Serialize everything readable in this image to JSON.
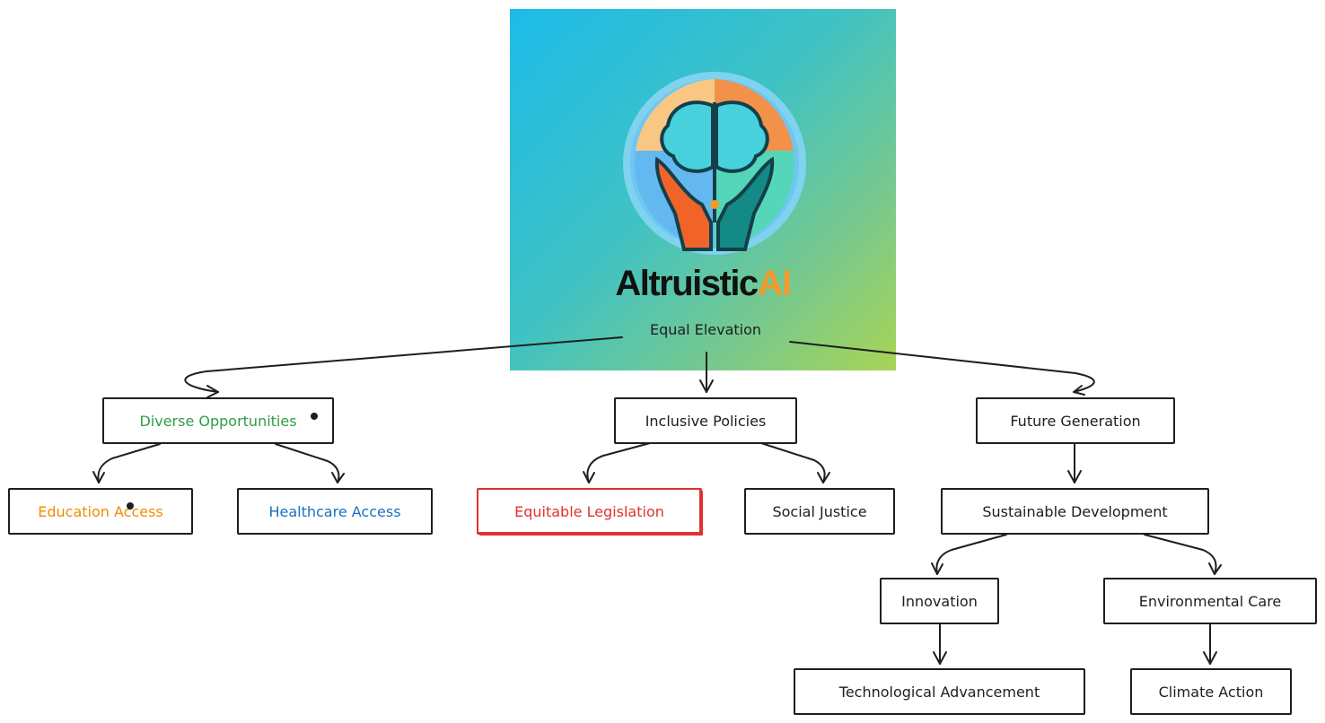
{
  "logo": {
    "brand_main": "Altruistic",
    "brand_accent": "AI",
    "brand_accent_color": "#f39a2b",
    "icon": "brain-hands-icon"
  },
  "root": {
    "label": "Equal Elevation"
  },
  "nodes": {
    "diverse_opportunities": {
      "label": "Diverse Opportunities",
      "color": "#2f9e44"
    },
    "inclusive_policies": {
      "label": "Inclusive Policies",
      "color": "#1e1e1e"
    },
    "future_generation": {
      "label": "Future Generation",
      "color": "#1e1e1e"
    },
    "education_access": {
      "label": "Education Access",
      "color": "#f08c00"
    },
    "healthcare_access": {
      "label": "Healthcare Access",
      "color": "#1971c2"
    },
    "equitable_legislation": {
      "label": "Equitable Legislation",
      "color": "#e03131"
    },
    "social_justice": {
      "label": "Social Justice",
      "color": "#1e1e1e"
    },
    "sustainable_development": {
      "label": "Sustainable Development",
      "color": "#1e1e1e"
    },
    "innovation": {
      "label": "Innovation",
      "color": "#1e1e1e"
    },
    "environmental_care": {
      "label": "Environmental Care",
      "color": "#1e1e1e"
    },
    "technological_advancement": {
      "label": "Technological Advancement",
      "color": "#1e1e1e"
    },
    "climate_action": {
      "label": "Climate Action",
      "color": "#1e1e1e"
    }
  }
}
